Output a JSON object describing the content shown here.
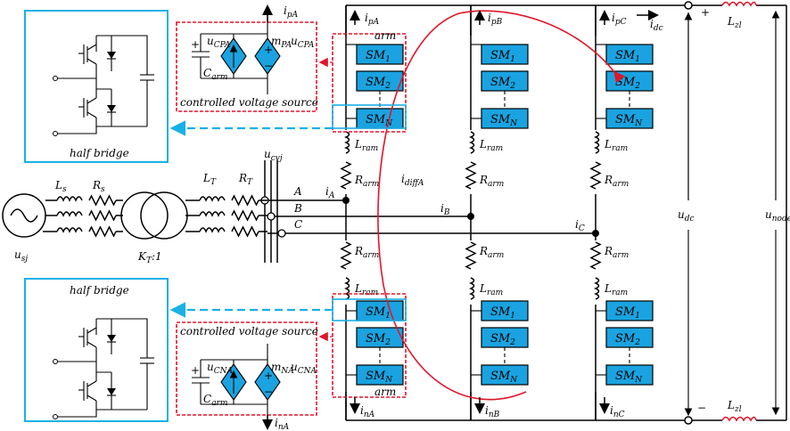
{
  "labels": {
    "arm_top": "arm",
    "arm_bottom": "arm",
    "ctrl_vs_top": "controlled voltage source",
    "ctrl_vs_bottom": "controlled voltage source",
    "half_bridge_top": "half bridge",
    "half_bridge_bottom": "half bridge",
    "kt": "K",
    "kt_sub": "T",
    "kt_ratio": ":1"
  },
  "submodules": {
    "sm1": "SM",
    "sm1_sub": "1",
    "sm2": "SM",
    "sm2_sub": "2",
    "smn": "SM",
    "smn_sub": "N"
  },
  "symbols": {
    "ipa": "i",
    "ipa_sub": "pA",
    "ipb": "i",
    "ipb_sub": "pB",
    "ipc": "i",
    "ipc_sub": "pC",
    "idc": "i",
    "idc_sub": "dc",
    "ina": "i",
    "ina_sub": "nA",
    "inb": "i",
    "inb_sub": "nB",
    "inc": "i",
    "inc_sub": "nC",
    "ia": "i",
    "ia_sub": "A",
    "ib": "i",
    "ib_sub": "B",
    "ic": "i",
    "ic_sub": "C",
    "idiff": "i",
    "idiff_sub": "diffA",
    "ucvj": "u",
    "ucvj_sub": "cvj",
    "usj": "u",
    "usj_sub": "sj",
    "udc": "u",
    "udc_sub": "dc",
    "unode": "u",
    "unode_sub": "node",
    "lzl": "L",
    "lzl_sub": "zl",
    "ls": "L",
    "ls_sub": "s",
    "rs": "R",
    "rs_sub": "s",
    "lt": "L",
    "lt_sub": "T",
    "rt": "R",
    "rt_sub": "T",
    "lram": "L",
    "lram_sub": "ram",
    "rarm": "R",
    "rarm_sub": "arm",
    "carm": "C",
    "carm_sub": "arm",
    "ucpa": "u",
    "ucpa_sub": "CPA",
    "ucna": "u",
    "ucna_sub": "CNA",
    "mpa": "m",
    "mpa_sub": "PA",
    "mna": "m",
    "mna_sub": "NA",
    "phase_a": "A",
    "phase_b": "B",
    "phase_c": "C",
    "plus": "+",
    "minus": "−"
  },
  "colors": {
    "sm_fill": "#1aa3e0",
    "red": "#e0162b",
    "cyan": "#1ab0e6"
  }
}
